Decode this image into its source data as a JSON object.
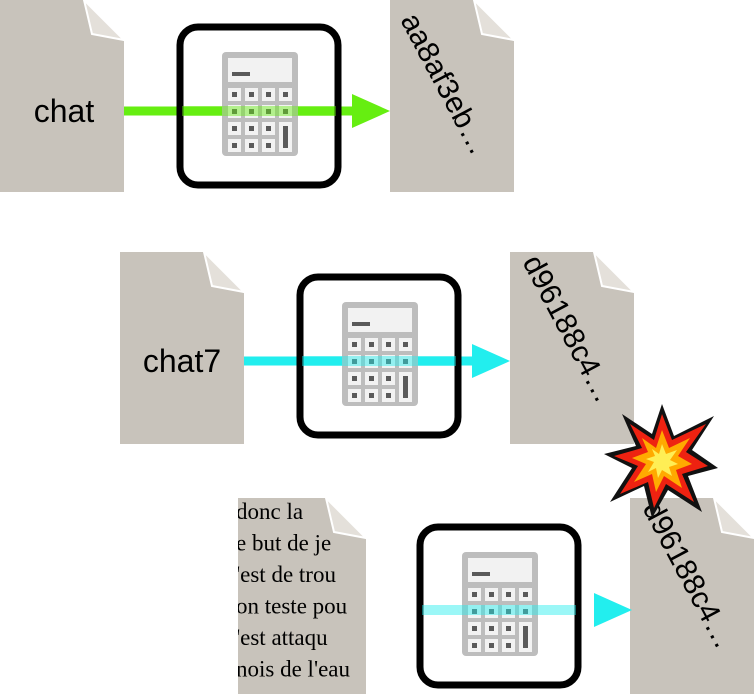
{
  "colors": {
    "document": "#c8c3bb",
    "document_fold": "#e4e0da",
    "calculator_body": "#bdbdbd",
    "calculator_key": "#5a5a5a",
    "box_border": "#000000",
    "arrow_green": "#66ee11",
    "arrow_cyan": "#22eeee",
    "arrow_purple": "#9900dd",
    "burst_outer": "#111111",
    "burst_red": "#ee2211",
    "burst_orange": "#ffaa00",
    "burst_yellow": "#ffee55"
  },
  "rows": [
    {
      "input_label": "chat",
      "hash_label": "aa8af3eb…",
      "arrow_color": "green",
      "icon": "calculator-icon"
    },
    {
      "input_label": "chat7",
      "hash_label": "d96188c4…",
      "arrow_color": "cyan",
      "icon": "calculator-icon"
    },
    {
      "input_lines": [
        "donc la",
        "e but de je",
        "'est de trou",
        "on teste pou",
        "'est attaqu",
        "nois de l'eau"
      ],
      "hash_label": "d96188c4…",
      "arrow_color": "purple-to-cyan",
      "icon": "calculator-icon"
    }
  ],
  "collision_icon": "explosion-icon"
}
